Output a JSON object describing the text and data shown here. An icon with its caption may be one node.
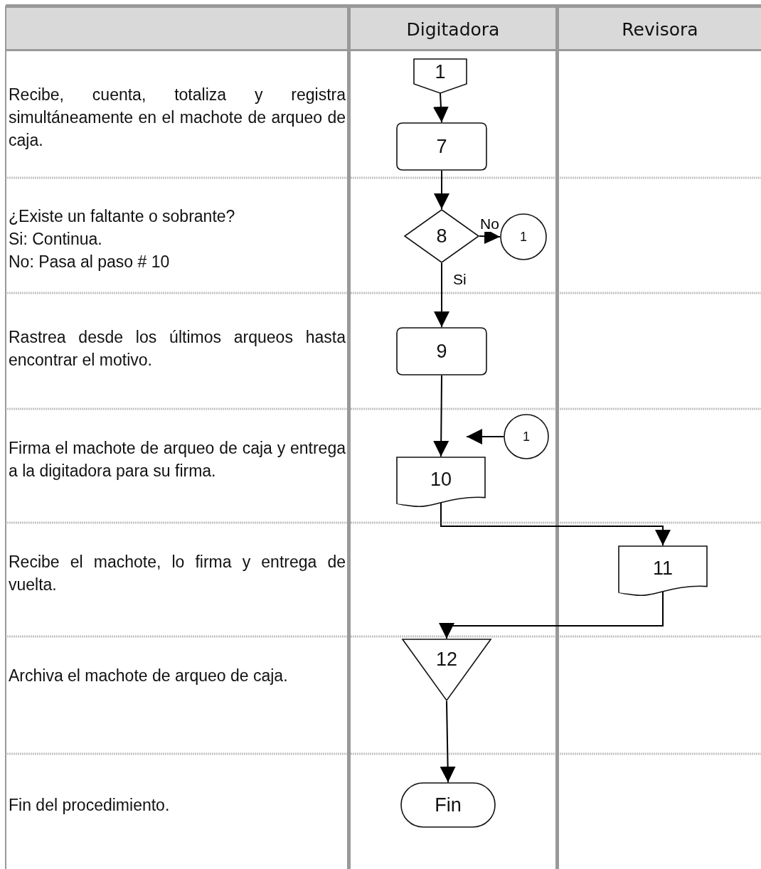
{
  "diagram": {
    "nodes": [
      {
        "text": [
          "1"
        ]
      },
      {
        "text": [
          "7"
        ]
      },
      {
        "text": [
          "8"
        ]
      },
      {
        "text": [
          "1"
        ]
      },
      {
        "text": [
          "9"
        ]
      },
      {
        "text": [
          "1"
        ]
      },
      {
        "text": [
          "10"
        ]
      },
      {
        "text": [
          "11"
        ]
      },
      {
        "text": [
          "12"
        ]
      },
      {
        "text": [
          "Fin"
        ]
      }
    ],
    "edges": [
      {
        "from": 0,
        "to": 1,
        "arrow": "to"
      },
      {
        "from": 1,
        "to": 2,
        "arrow": "to"
      },
      {
        "from": 2,
        "to": 3,
        "arrow": "to",
        "label": "No"
      },
      {
        "from": 2,
        "to": 4,
        "arrow": "to",
        "label": "Si"
      },
      {
        "from": 4,
        "to": 6,
        "arrow": "to"
      },
      {
        "from": 5,
        "to": 6,
        "arrow": "to"
      },
      {
        "from": 6,
        "to": 7,
        "arrow": "to"
      },
      {
        "from": 7,
        "to": 8,
        "arrow": "to"
      },
      {
        "from": 8,
        "to": 9,
        "arrow": "to"
      }
    ],
    "labels": [
      "Digitadora",
      "Revisora",
      "Recibe, cuenta, totaliza y registra simultáneamente en el machote de arqueo de caja.",
      "¿Existe un faltante o sobrante?",
      "Si: Continua.",
      "No: Pasa al paso # 10",
      "Rastrea desde los últimos arqueos hasta encontrar el motivo.",
      "Firma el machote de arqueo de caja y entrega a la digitadora para su firma.",
      "Recibe el machote, lo firma y entrega de vuelta.",
      "Archiva el machote de arqueo de caja.",
      "Fin del procedimiento."
    ]
  }
}
